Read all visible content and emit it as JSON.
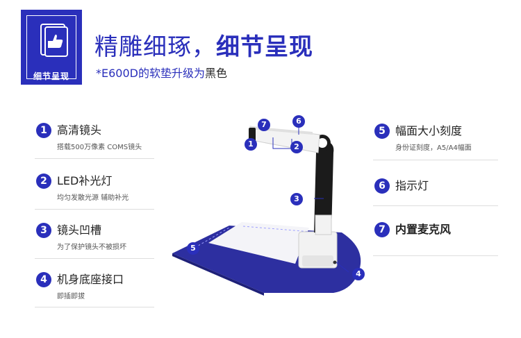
{
  "badge": {
    "label": "细节呈现",
    "icon": "thumbs-up-icon"
  },
  "headline": {
    "normal": "精雕细琢，",
    "bold": "细节呈现"
  },
  "subline": {
    "blue": "*E600D的软垫升级为",
    "black": "黑色"
  },
  "features_left": [
    {
      "num": "1",
      "title": "高清镜头",
      "desc": "搭载500万像素  COMS镜头"
    },
    {
      "num": "2",
      "title": "LED补光灯",
      "desc": "均匀发散光源  辅助补光"
    },
    {
      "num": "3",
      "title": "镜头凹槽",
      "desc": "为了保护镜头不被损坏"
    },
    {
      "num": "4",
      "title": "机身底座接口",
      "desc": "即插即拔"
    }
  ],
  "features_right": [
    {
      "num": "5",
      "title": "幅面大小刻度",
      "desc": "身份证刻度，A5/A4幅面"
    },
    {
      "num": "6",
      "title": "指示灯",
      "desc": ""
    },
    {
      "num": "7",
      "title": "内置麦克风",
      "desc": ""
    }
  ],
  "callouts": [
    "7",
    "6",
    "1",
    "2",
    "3",
    "5",
    "4"
  ],
  "colors": {
    "accent": "#2a2fbb",
    "pad": "#2d2fa0",
    "arm": "#1b1b1b"
  }
}
